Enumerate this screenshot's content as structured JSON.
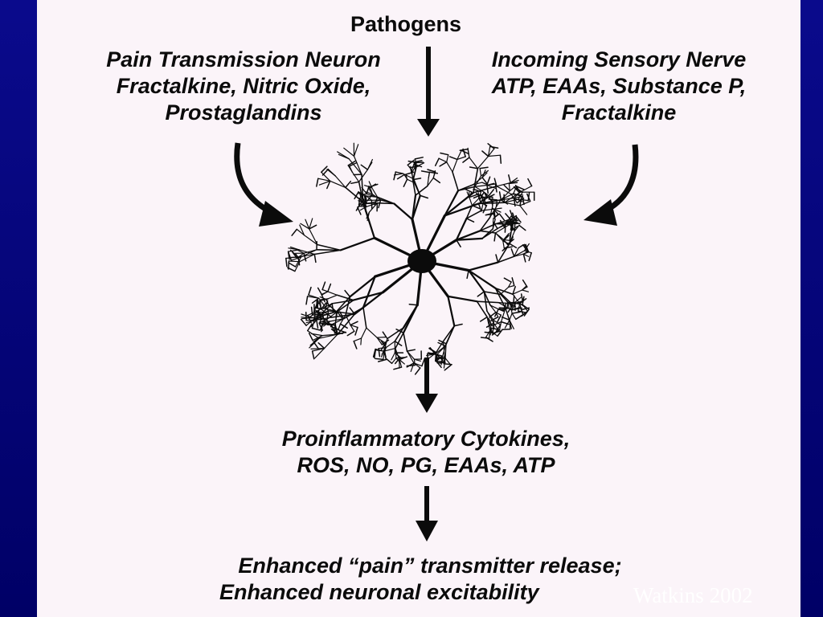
{
  "top_label": "Pathogens",
  "left_source": {
    "title": "Pain Transmission Neuron",
    "line2": "Fractalkine, Nitric Oxide,",
    "line3": "Prostaglandins"
  },
  "right_source": {
    "title": "Incoming Sensory Nerve",
    "line2": "ATP, EAAs, Substance P,",
    "line3": "Fractalkine"
  },
  "glia_products": {
    "line1": "Proinflammatory Cytokines,",
    "line2": "ROS, NO, PG, EAAs, ATP"
  },
  "outcome": {
    "line1": "Enhanced “pain” transmitter release;",
    "line2": "Enhanced neuronal excitability"
  },
  "citation": "Watkins 2002",
  "colors": {
    "background": "#0a0a8c",
    "panel": "#fbf4f9",
    "ink": "#0b0b0b",
    "citation": "#ffffff"
  }
}
